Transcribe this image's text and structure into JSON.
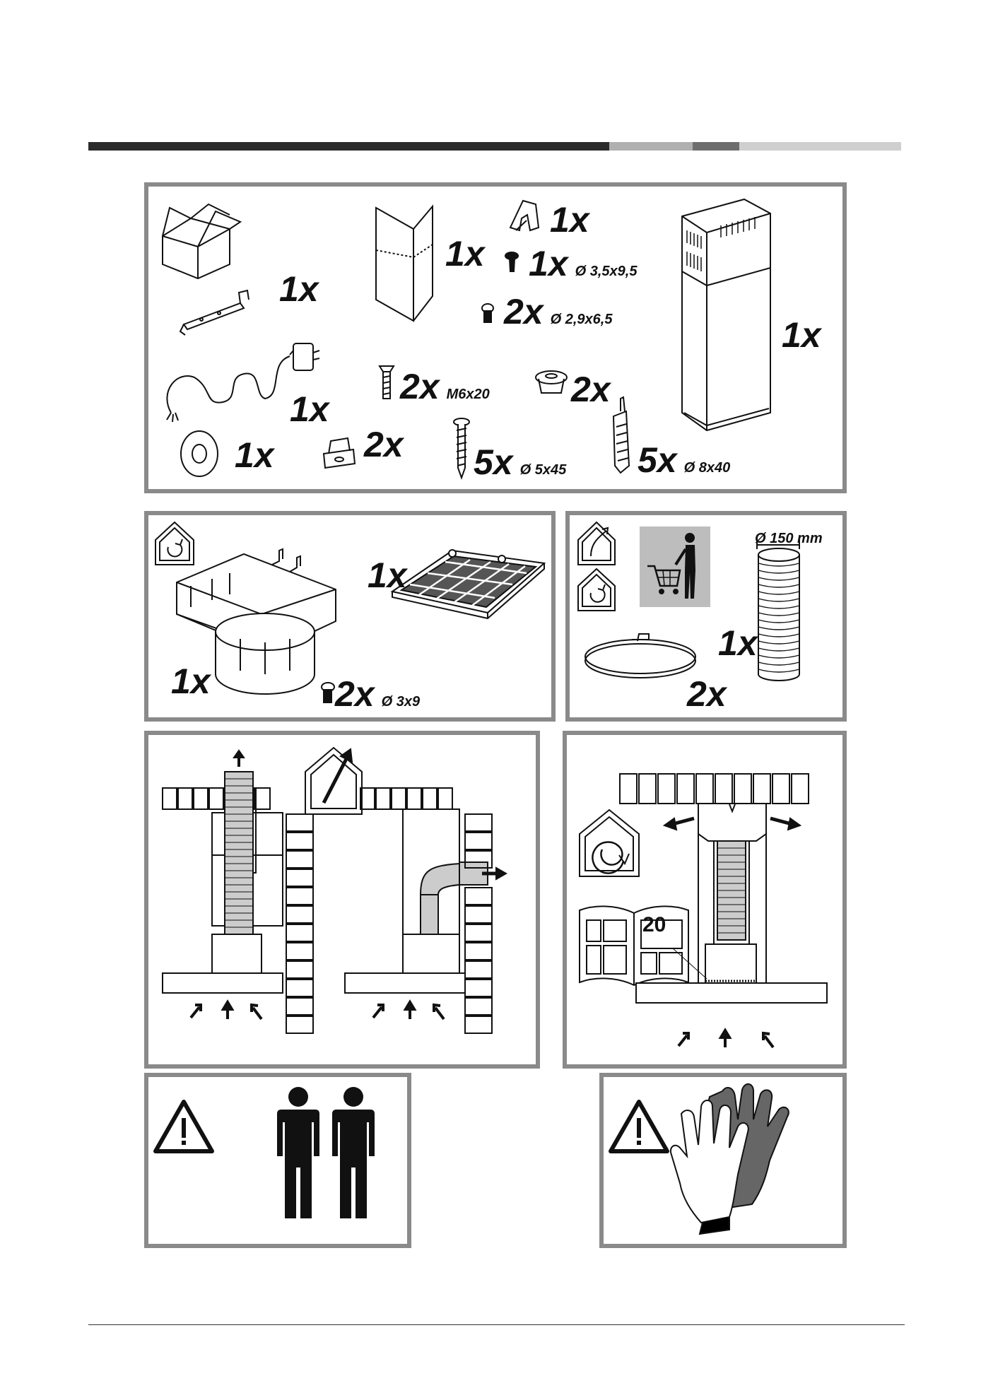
{
  "header": {
    "bar_segments": [
      {
        "color": "#2b2b2b"
      },
      {
        "color": "#b0b0b0"
      },
      {
        "color": "#6e6e6e"
      },
      {
        "color": "#cfcfcf"
      }
    ]
  },
  "panels": {
    "parts": {
      "items": [
        {
          "icon": "box-icon"
        },
        {
          "icon": "bracket-icon",
          "qty": "1x"
        },
        {
          "icon": "power-cord-icon",
          "qty": "1x"
        },
        {
          "icon": "washer-icon",
          "qty": "1x"
        },
        {
          "icon": "clip-nut-icon",
          "qty": "2x"
        },
        {
          "icon": "corner-bracket-icon",
          "qty": "1x"
        },
        {
          "icon": "clip-icon",
          "qty": "1x"
        },
        {
          "icon": "screw-icon",
          "qty": "1x",
          "spec": "Ø 3,5x9,5"
        },
        {
          "icon": "screw-icon",
          "qty": "2x",
          "spec": "Ø 2,9x6,5"
        },
        {
          "icon": "bolt-icon",
          "qty": "2x",
          "spec": "M6x20"
        },
        {
          "icon": "grommet-icon",
          "qty": "2x"
        },
        {
          "icon": "wood-screw-icon",
          "qty": "5x",
          "spec": "Ø 5x45"
        },
        {
          "icon": "wall-plug-icon",
          "qty": "5x",
          "spec": "Ø 8x40"
        },
        {
          "icon": "chimney-icon",
          "qty": "1x"
        }
      ]
    },
    "recirc": {
      "items": [
        {
          "icon": "deflector-icon",
          "qty": "1x"
        },
        {
          "icon": "carbon-filter-icon",
          "qty": "1x"
        },
        {
          "icon": "screw-icon",
          "qty": "2x",
          "spec": "Ø 3x9"
        }
      ]
    },
    "accessories": {
      "diameter": "Ø 150 mm",
      "items": [
        {
          "icon": "hose-clamp-icon",
          "qty": "2x"
        },
        {
          "icon": "flexible-duct-icon",
          "qty": "1x"
        }
      ]
    },
    "recirc_mode": {
      "page_ref": "20"
    }
  },
  "footer": {
    "rule_color": "#333333"
  }
}
